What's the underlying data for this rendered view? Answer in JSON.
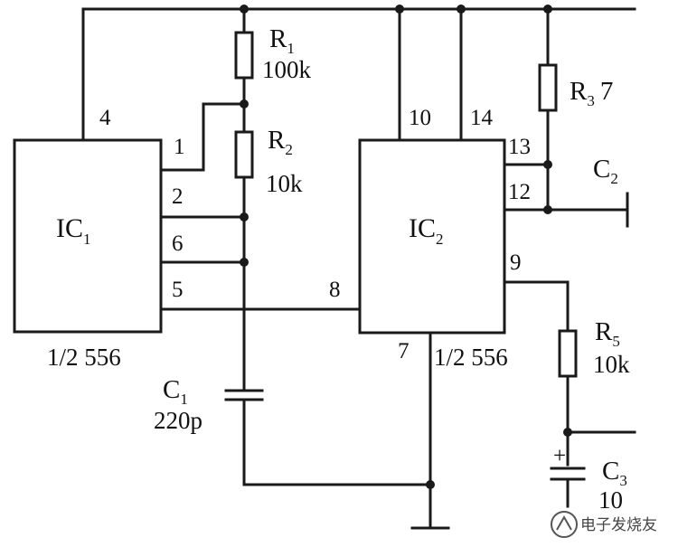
{
  "ic1": {
    "label": "IC",
    "sub": "1",
    "part": "1/2 556",
    "pins": [
      "4",
      "1",
      "2",
      "6",
      "5"
    ]
  },
  "ic2": {
    "label": "IC",
    "sub": "2",
    "part": "1/2 556",
    "pins": [
      "10",
      "14",
      "13",
      "12",
      "9",
      "8",
      "7"
    ]
  },
  "r1": {
    "label": "R",
    "sub": "1",
    "value": "100k"
  },
  "r2": {
    "label": "R",
    "sub": "2",
    "value": "10k"
  },
  "r3": {
    "label": "R",
    "sub": "3",
    "value": "7"
  },
  "r5": {
    "label": "R",
    "sub": "5",
    "value": "10k"
  },
  "c1": {
    "label": "C",
    "sub": "1",
    "value": "220p"
  },
  "c2": {
    "label": "C",
    "sub": "2"
  },
  "c3": {
    "label": "C",
    "sub": "3",
    "value": "10",
    "polarity": "+"
  },
  "watermark": "电子发烧友",
  "colors": {
    "ink": "#1a1a1a",
    "paper": "#ffffff"
  }
}
